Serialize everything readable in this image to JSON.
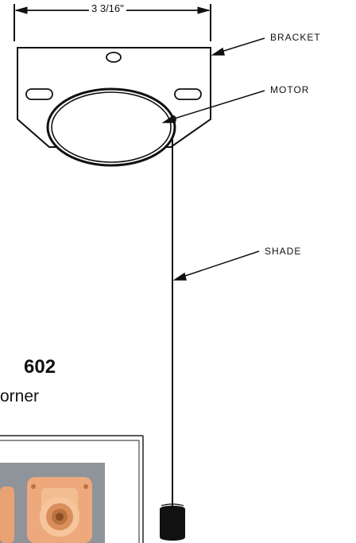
{
  "dimension": {
    "label": "3 3/16\""
  },
  "callouts": {
    "bracket": "BRACKET",
    "motor": "MOTOR",
    "shade": "SHADE"
  },
  "caption": {
    "model_fragment": "602",
    "subtitle_fragment": "orner"
  },
  "photo": {
    "description_icon": "connector-photo-icon",
    "background_color": "#8f939a",
    "part_color": "#e9a274"
  }
}
